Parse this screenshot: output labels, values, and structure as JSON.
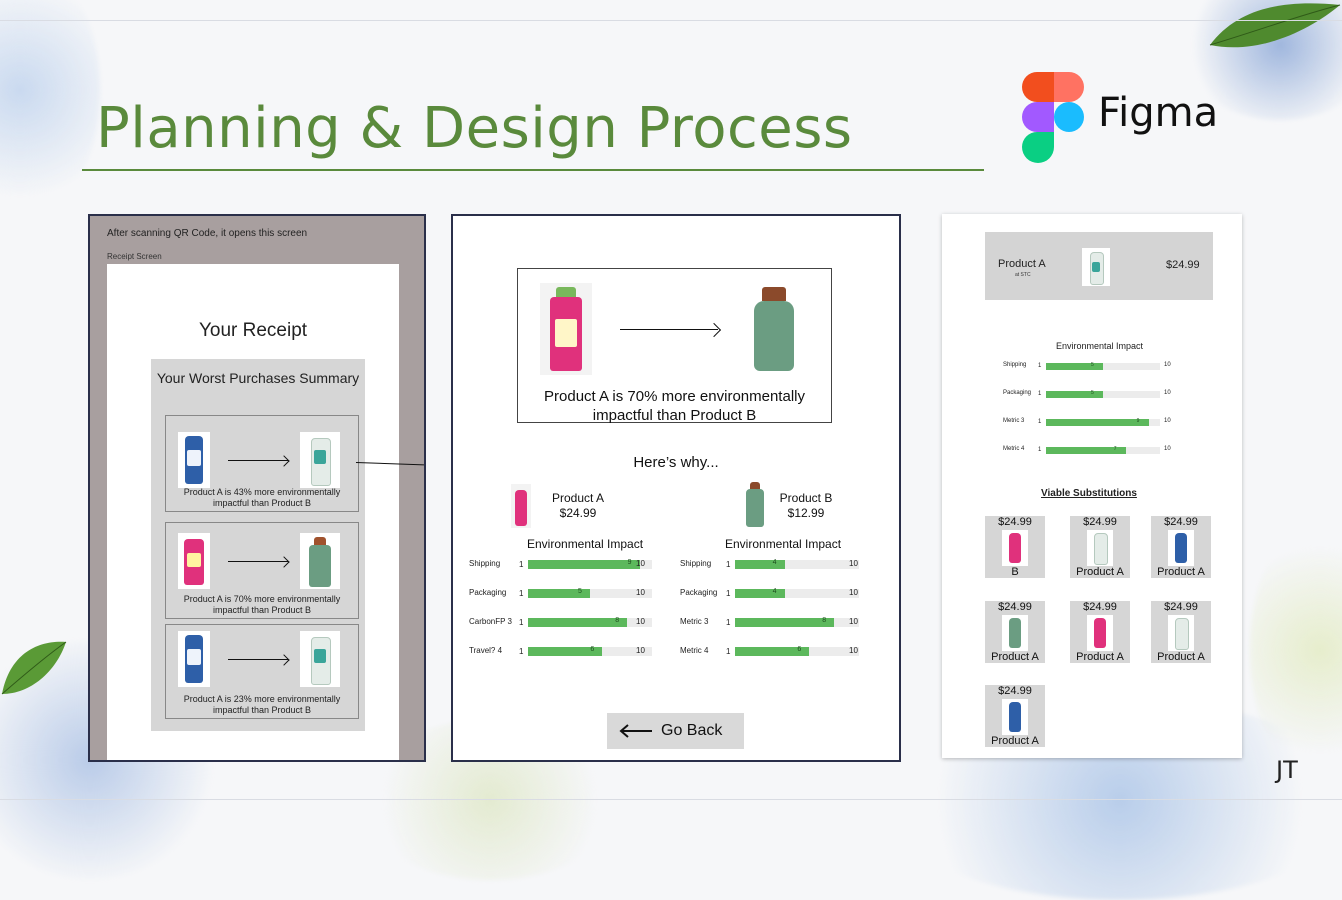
{
  "slide": {
    "title": "Planning & Design Process",
    "figma_label": "Figma",
    "initials": "JT"
  },
  "receipt_frame": {
    "note": "After scanning QR Code, it opens this screen",
    "screen_label": "Receipt Screen",
    "title": "Your Receipt",
    "summary_title": "Your Worst Purchases Summary",
    "comparisons": [
      {
        "text": "Product A is 43% more environmentally impactful than Product B"
      },
      {
        "text": "Product A is 70% more environmentally impactful than Product B"
      },
      {
        "text": "Product A is 23% more environmentally impactful than Product B"
      }
    ]
  },
  "detail_frame": {
    "compare_text": "Product A is 70% more environmentally impactful than Product B",
    "why": "Here’s why...",
    "product_a": {
      "name": "Product A",
      "price": "$24.99"
    },
    "product_b": {
      "name": "Product B",
      "price": "$12.99"
    },
    "impact_heading": "Environmental Impact",
    "scale_min": "1",
    "scale_max": "10",
    "metrics_a": [
      {
        "label": "Shipping",
        "value": 9,
        "value_label": "9"
      },
      {
        "label": "Packaging",
        "value": 5,
        "value_label": "5"
      },
      {
        "label": "CarbonFP 3",
        "value": 8,
        "value_label": "8"
      },
      {
        "label": "Travel? 4",
        "value": 6,
        "value_label": "6"
      }
    ],
    "metrics_b": [
      {
        "label": "Shipping",
        "value": 4,
        "value_label": "4"
      },
      {
        "label": "Packaging",
        "value": 4,
        "value_label": "4"
      },
      {
        "label": "Metric 3",
        "value": 8,
        "value_label": "8"
      },
      {
        "label": "Metric 4",
        "value": 6,
        "value_label": "6"
      }
    ],
    "go_back": "Go Back"
  },
  "product_frame": {
    "header": {
      "name": "Product A",
      "store": "at STC",
      "price": "$24.99"
    },
    "impact_heading": "Environmental Impact",
    "scale_min": "1",
    "scale_max": "10",
    "metrics": [
      {
        "label": "Shipping",
        "value": 5,
        "value_label": "5"
      },
      {
        "label": "Packaging",
        "value": 5,
        "value_label": "5"
      },
      {
        "label": "Metric 3",
        "value": 9,
        "value_label": "9"
      },
      {
        "label": "Metric 4",
        "value": 7,
        "value_label": "7"
      }
    ],
    "substitutions_heading": "Viable Substitutions",
    "substitutions": [
      {
        "price": "$24.99",
        "name": "B",
        "kind": "pink"
      },
      {
        "price": "$24.99",
        "name": "Product A",
        "kind": "white"
      },
      {
        "price": "$24.99",
        "name": "Product A",
        "kind": "blue"
      },
      {
        "price": "$24.99",
        "name": "Product A",
        "kind": "green"
      },
      {
        "price": "$24.99",
        "name": "Product A",
        "kind": "pink"
      },
      {
        "price": "$24.99",
        "name": "Product A",
        "kind": "white"
      },
      {
        "price": "$24.99",
        "name": "Product A",
        "kind": "blue"
      }
    ]
  },
  "colors": {
    "title_green": "#5a8a3c",
    "bar_green": "#5cb85c",
    "frame_border": "#2a2f4a",
    "receipt_bg": "#a89f9f"
  }
}
